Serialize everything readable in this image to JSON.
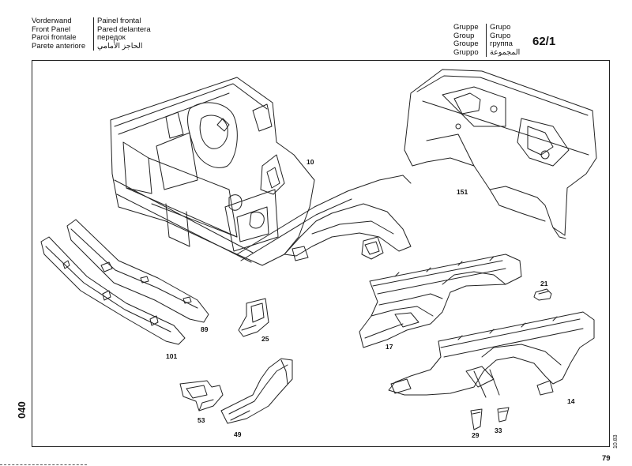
{
  "header": {
    "title_lines": [
      "Vorderwand",
      "Front Panel",
      "Paroi frontale",
      "Parete anteriore"
    ],
    "title_lines_b": [
      "Painel frontal",
      "Pared delantera",
      "передок",
      "الحاجز الأمامي"
    ],
    "group_lines_a": [
      "Gruppe",
      "Group",
      "Groupe",
      "Gruppo"
    ],
    "group_lines_b": [
      "Grupo",
      "Grupo",
      "группа",
      "المجموعة"
    ],
    "group_number": "62/1"
  },
  "parts": {
    "p10": "10",
    "p151": "151",
    "p21": "21",
    "p17": "17",
    "p89": "89",
    "p101": "101",
    "p25": "25",
    "p14": "14",
    "p53": "53",
    "p49": "49",
    "p29": "29",
    "p33": "33"
  },
  "footer": {
    "side_code": "040",
    "date_code": "10.83",
    "page_number": "79"
  }
}
